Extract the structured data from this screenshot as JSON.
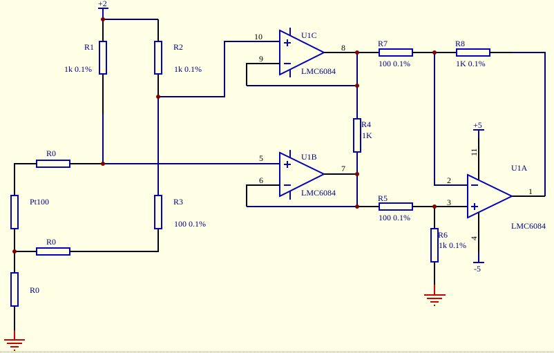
{
  "schematic": {
    "title": "Pt100 bridge instrumentation amplifier",
    "colors": {
      "background": "#FFFFE6",
      "wire": "#000080",
      "component": "#0000C0",
      "junction": "#800000",
      "ground": "#CC0000"
    },
    "power": {
      "bridge_supply": "+2",
      "opamp_vplus": "+5",
      "opamp_vminus": "-5"
    },
    "resistors": {
      "R1": {
        "ref": "R1",
        "value": "1k 0.1%"
      },
      "R2": {
        "ref": "R2",
        "value": "1k 0.1%"
      },
      "R3": {
        "ref": "R3",
        "value": "100 0.1%"
      },
      "R4": {
        "ref": "R4",
        "value": "1K"
      },
      "R5": {
        "ref": "R5",
        "value": "100 0.1%"
      },
      "R6": {
        "ref": "R6",
        "value": "1k 0.1%"
      },
      "R7": {
        "ref": "R7",
        "value": "100 0.1%"
      },
      "R8": {
        "ref": "R8",
        "value": "1K 0.1%"
      },
      "R0_top": {
        "ref": "R0"
      },
      "R0_mid": {
        "ref": "R0"
      },
      "R0_bottom": {
        "ref": "R0"
      },
      "Pt100": {
        "ref": "Pt100"
      }
    },
    "opamps": {
      "U1C": {
        "ref": "U1C",
        "part": "LMC6084",
        "pin_plus": "10",
        "pin_minus": "9",
        "pin_out": "8"
      },
      "U1B": {
        "ref": "U1B",
        "part": "LMC6084",
        "pin_plus": "5",
        "pin_minus": "6",
        "pin_out": "7"
      },
      "U1A": {
        "ref": "U1A",
        "part": "LMC6084",
        "pin_plus": "3",
        "pin_minus": "2",
        "pin_out": "1",
        "pin_vplus": "11",
        "pin_vminus": "4"
      }
    }
  }
}
